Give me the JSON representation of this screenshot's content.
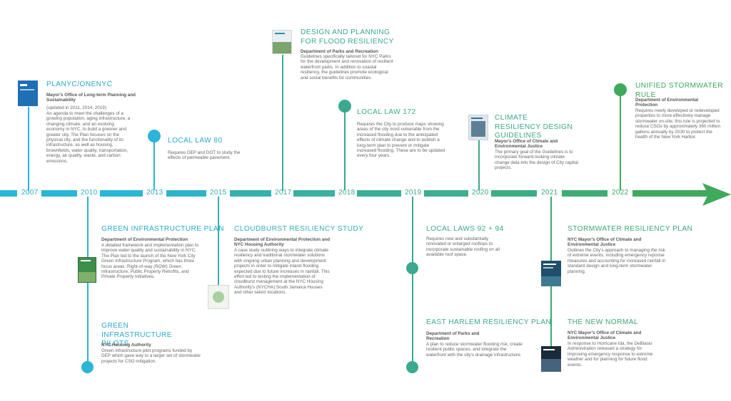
{
  "colors": {
    "blue": "#2bb5d6",
    "teal": "#3fb19b",
    "green": "#3fa95c",
    "text_blue": "#2aa9c9",
    "text_teal": "#3aa98f"
  },
  "years": [
    "2007",
    "2010",
    "2013",
    "2015",
    "2017",
    "2018",
    "2019",
    "2020",
    "2021",
    "2022"
  ],
  "events": {
    "planyc": {
      "title": "PLANYC/ONENYC",
      "subtitle": "Mayor's Office of Long-term Planning and Sustainability",
      "note": "(updated in 2011, 2014, 2019)",
      "body": "An agenda to meet the challenges of a growing population, aging infrastructure, a changing climate, and an evolving economy in NYC, to build a greener and greater city. The Plan focuses on the physical city, and the functionality of its infrastructure, as well as housing, brownfields, water quality, transportation, energy, air quality, waste, and carbon emissions."
    },
    "local_law_80": {
      "title": "LOCAL LAW 80",
      "body": "Requires DEP and DOT to study the effects of permeable pavement."
    },
    "design_planning": {
      "title": "DESIGN AND PLANNING FOR FLOOD RESILIENCY",
      "subtitle": "Department of Parks and Recreation",
      "body": "Guidelines specifically tailored for NYC Parks for the development and renovation of resilient waterfront parks. In addition to coastal resiliency, the guidelines promote ecological and social benefits for communities."
    },
    "local_law_172": {
      "title": "LOCAL LAW 172",
      "body": "Requires the City to produce maps showing areas of the city most vulnerable from the increased flooding due to the anticipated effects of climate change and to publish a long-term plan to prevent or mitigate increased flooding. These are to be updated every four years."
    },
    "climate_guidelines": {
      "title": "CLIMATE RESILIENCY DESIGN GUIDELINES",
      "subtitle": "Mayor's Office of Climate and Environmental Justice",
      "body": "The primary goal of the Guidelines is to incorporate forward-looking climate change data into the design of City capital projects."
    },
    "unified_stormwater": {
      "title": "UNIFIED STORMWATER RULE",
      "subtitle": "Department of Environmental Protection",
      "body": "Requires newly developed or redeveloped properties to more effectively manage stormwater on-site; this rule is projected to reduce CSOs by approximately 360 million gallons annually by 2030 to protect the health of the New York Harbor."
    },
    "green_infra_plan": {
      "title": "GREEN INFRASTRUCTURE PLAN",
      "subtitle": "Department of Environmental Protection",
      "body": "A detailed framework and implementation plan to improve water quality and sustainability in NYC. The Plan led to the launch of the New York City Green Infrastructure Program, which has three focus areas: Right-of-way (ROW) Green Infrastructure, Public Property Retrofits, and Private Property Initiatives."
    },
    "green_infra_pilots": {
      "title": "GREEN INFRASTRUCTURE PILOTS",
      "subtitle": "NYC Housing Authority",
      "body": "Green infrastructure pilot programs funded by DEP which gave way to a larger set of stormwater projects for CSO mitigation."
    },
    "cloudburst": {
      "title": "CLOUDBURST RESILIENCY STUDY",
      "subtitle": "Department of Environmental Protection and NYC Housing Authority",
      "body": "A case study outlining ways to integrate climate resiliency and traditional stormwater solutions with ongoing urban planning and development projects in order to mitigate inland flooding expected due to future increases in rainfall. This effort led to testing the implementation of cloudburst management at the NYC Housing Authority's (NYCHA) South Jamaica Houses and other select locations."
    },
    "local_laws_92_94": {
      "title": "LOCAL LAWS 92 + 94",
      "body": "Requires new and substantially renovated or enlarged rooftops to incorporate sustainable roofing on all available roof space."
    },
    "east_harlem": {
      "title": "EAST HARLEM RESILIENCY PLAN",
      "subtitle": "Department of Parks and Recreation",
      "body": "A plan to reduce stormwater flooding risk, create resilient public spaces, and integrate the waterfront with the city's drainage infrastructure."
    },
    "stormwater_plan": {
      "title": "STORMWATER RESILIENCY PLAN",
      "subtitle": "NYC Mayor's Office of Climate and Environmental Justice",
      "body": "Outlines the City's approach to managing the risk of extreme events, including emergency reponse measures and accounting for increased rainfall in standard design and long-term stormwater planning."
    },
    "new_normal": {
      "title": "THE NEW NORMAL",
      "subtitle": "NYC Mayor's Office of Climate and Environmental Justice",
      "body": "In response to Hurricane Ida, the DeBlasio Administration released a strategy for improving emergency response to extreme weather and for planning for future flood events."
    }
  }
}
